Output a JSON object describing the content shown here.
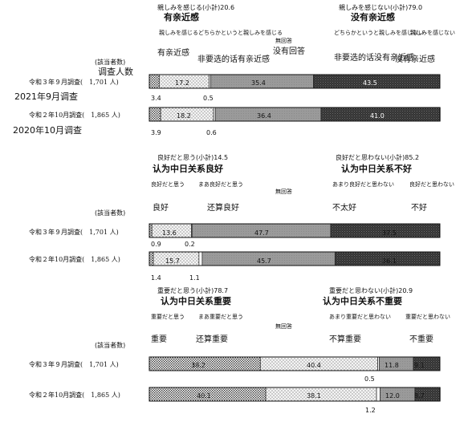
{
  "chart_data": [
    {
      "type": "bar",
      "stacked": true,
      "orientation": "horizontal",
      "respondents_header": "(該当者数)",
      "respondents_header_zh": "调查人数",
      "group_left": {
        "title": "親しみを感じる(小計)20.6",
        "title_zh": "有亲近感"
      },
      "group_right": {
        "title": "親しみを感じない(小計)79.0",
        "title_zh": "没有亲近感"
      },
      "categories": [
        "令和３年９月調査(　1,701 人)",
        "令和２年10月調査(　1,865 人)"
      ],
      "category_zh": [
        "2021年9月调查",
        "2020年10月调查"
      ],
      "series": [
        {
          "name": "親しみを感じる",
          "name_zh": "有亲近感",
          "values": [
            3.4,
            3.9
          ],
          "pattern": "dense"
        },
        {
          "name": "どちらかというと親しみを感じる",
          "name_zh": "非要选的话有亲近感",
          "values": [
            17.2,
            18.2
          ],
          "pattern": "dots"
        },
        {
          "name": "無回答",
          "name_zh": "没有回答",
          "values": [
            0.5,
            0.6
          ],
          "pattern": "white"
        },
        {
          "name": "どちらかというと親しみを感じない",
          "name_zh": "非要选的话没有亲近感",
          "values": [
            35.4,
            36.4
          ],
          "pattern": "gray"
        },
        {
          "name": "親しみを感じない",
          "name_zh": "没有亲近感",
          "values": [
            43.5,
            41.0
          ],
          "pattern": "dark"
        }
      ],
      "value_labels": [
        [
          "3.4",
          "17.2",
          "0.5",
          "35.4",
          "43.5"
        ],
        [
          "3.9",
          "18.2",
          "0.6",
          "36.4",
          "41.0"
        ]
      ],
      "xlim": [
        0,
        100
      ]
    },
    {
      "type": "bar",
      "stacked": true,
      "orientation": "horizontal",
      "respondents_header": "(該当者数)",
      "group_left": {
        "title": "良好だと思う(小計)14.5",
        "title_zh": "认为中日关系良好"
      },
      "group_right": {
        "title": "良好だと思わない(小計)85.2",
        "title_zh": "认为中日关系不好"
      },
      "categories": [
        "令和３年９月調査(　1,701 人)",
        "令和２年10月調査(　1,865 人)"
      ],
      "series": [
        {
          "name": "良好だと思う",
          "name_zh": "良好",
          "values": [
            0.9,
            1.4
          ],
          "pattern": "dense"
        },
        {
          "name": "まあ良好だと思う",
          "name_zh": "还算良好",
          "values": [
            13.6,
            15.7
          ],
          "pattern": "dots"
        },
        {
          "name": "無回答",
          "values": [
            0.2,
            1.1
          ],
          "pattern": "white"
        },
        {
          "name": "あまり良好だと思わない",
          "name_zh": "不太好",
          "values": [
            47.7,
            45.7
          ],
          "pattern": "gray"
        },
        {
          "name": "良好だと思わない",
          "name_zh": "不好",
          "values": [
            37.5,
            36.1
          ],
          "pattern": "dark"
        }
      ],
      "value_labels": [
        [
          "0.9",
          "13.6",
          "0.2",
          "47.7",
          "37.5"
        ],
        [
          "1.4",
          "15.7",
          "1.1",
          "45.7",
          "36.1"
        ]
      ],
      "xlim": [
        0,
        100
      ]
    },
    {
      "type": "bar",
      "stacked": true,
      "orientation": "horizontal",
      "respondents_header": "(該当者数)",
      "group_left": {
        "title": "重要だと思う(小計)78.7",
        "title_zh": "认为中日关系重要"
      },
      "group_right": {
        "title": "重要だと思わない(小計)20.9",
        "title_zh": "认为中日关系不重要"
      },
      "categories": [
        "令和３年９月調査(　1,701 人)",
        "令和２年10月調査(　1,865 人)"
      ],
      "series": [
        {
          "name": "重要だと思う",
          "name_zh": "重要",
          "values": [
            38.2,
            40.1
          ],
          "pattern": "dense"
        },
        {
          "name": "まあ重要だと思う",
          "name_zh": "还算重要",
          "values": [
            40.4,
            38.1
          ],
          "pattern": "dots"
        },
        {
          "name": "無回答",
          "values": [
            0.5,
            1.2
          ],
          "pattern": "white"
        },
        {
          "name": "あまり重要だと思わない",
          "name_zh": "不算重要",
          "values": [
            11.8,
            12.0
          ],
          "pattern": "gray"
        },
        {
          "name": "重要だと思わない",
          "name_zh": "不重要",
          "values": [
            9.1,
            8.7
          ],
          "pattern": "dark"
        }
      ],
      "value_labels": [
        [
          "38.2",
          "40.4",
          "0.5",
          "11.8",
          "9.1"
        ],
        [
          "40.1",
          "38.1",
          "1.2",
          "12.0",
          "8.7"
        ]
      ],
      "xlim": [
        0,
        100
      ]
    }
  ]
}
